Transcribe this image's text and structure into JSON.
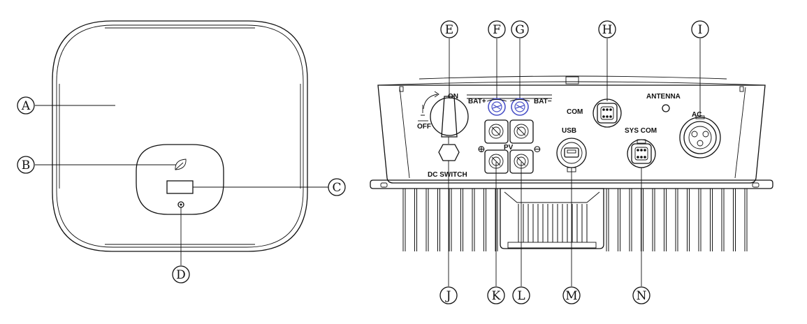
{
  "callouts": {
    "A": "A",
    "B": "B",
    "C": "C",
    "D": "D",
    "E": "E",
    "F": "F",
    "G": "G",
    "H": "H",
    "I": "I",
    "J": "J",
    "K": "K",
    "L": "L",
    "M": "M",
    "N": "N"
  },
  "labels": {
    "on": "ON",
    "off": "OFF",
    "bat_plus": "BAT+",
    "bat_minus": "BAT−",
    "com": "COM",
    "antenna": "ANTENNA",
    "ac": "AC",
    "usb": "USB",
    "sys_com": "SYS COM",
    "pv": "PV",
    "dc_switch": "DC SWITCH",
    "pv_plus_symbol": "⊕",
    "pv_minus_symbol": "⊖"
  },
  "colors": {
    "line": "#111111",
    "battery_connector": "#4a52c8",
    "background": "#ffffff"
  }
}
